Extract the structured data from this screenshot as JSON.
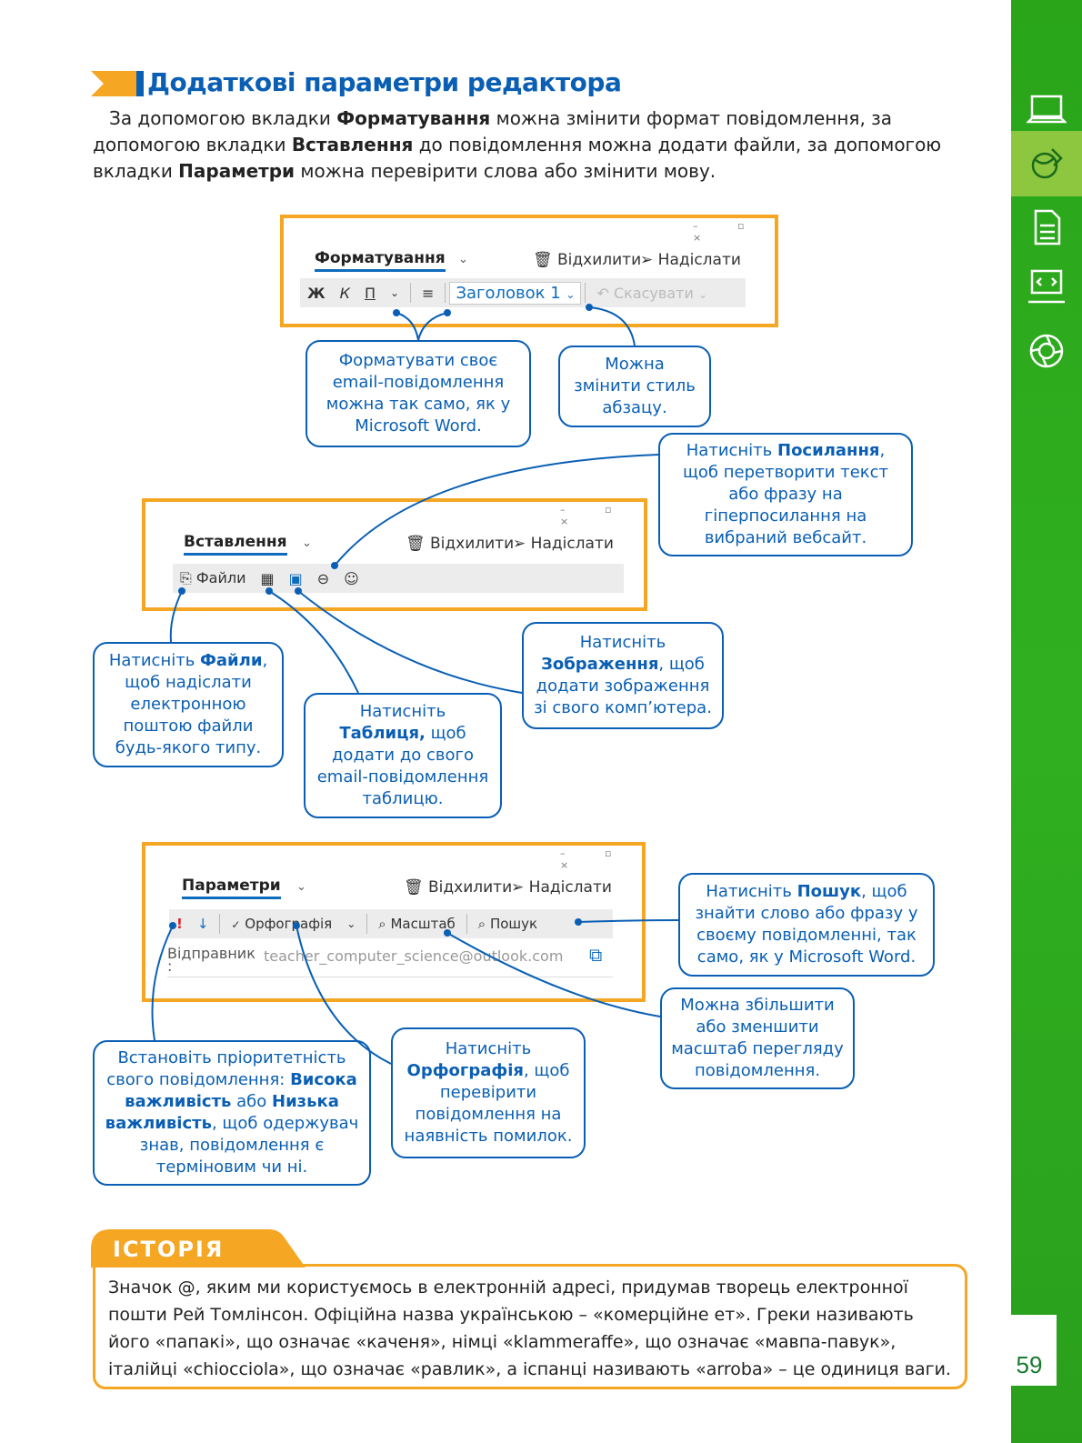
{
  "heading": "Додаткові параметри редактора",
  "intro": {
    "p1": "За допомогою вкладки ",
    "b1": "Форматування",
    "p2": " можна змінити формат повідомлення, за допомогою вкладки ",
    "b2": "Вставлення",
    "p3": " до повідомлення можна додати файли, за допомогою вкладки ",
    "b3": "Параметри",
    "p4": " можна перевірити слова або змінити мову."
  },
  "common": {
    "discard": "Відхилити",
    "send": "Надіслати",
    "window_controls": "– ▫ ×"
  },
  "frame1": {
    "tab": "Форматування",
    "bold": "Ж",
    "italic": "К",
    "underline": "П",
    "style_value": "Заголовок 1",
    "undo": "Скасувати"
  },
  "frame2": {
    "tab": "Вставлення",
    "files": "Файли"
  },
  "frame3": {
    "tab": "Параметри",
    "spelling": "Орфографія",
    "zoom": "Масштаб",
    "search": "Пошук",
    "sender_label": "Відправник",
    "sender_colon": ":",
    "sender_value": "teacher_computer_science@outlook.com"
  },
  "callouts": {
    "format_word": "Форматувати своє email-повідомлення можна так само, як у Microsoft Word.",
    "style": "Можна змінити стиль абзацу.",
    "link_1": "Натисніть ",
    "link_b": "Посилання",
    "link_2": ", щоб перетворити текст або фразу на гіперпосилання на вибраний вебсайт.",
    "files_1": "Натисніть ",
    "files_b": "Файли",
    "files_2": ", щоб надіслати електронною поштою файли будь-якого типу.",
    "image_1": "Натисніть ",
    "image_b": "Зображення",
    "image_2": ", щоб додати зображення зі свого комп’ютера.",
    "table_1": "Натисніть ",
    "table_b": "Таблиця,",
    "table_2": " щоб додати до свого email-повідомлення таблицю.",
    "search_1": "Натисніть ",
    "search_b": "Пошук",
    "search_2": ", щоб знайти слово або фразу у своєму повідомленні, так само, як у Microsoft Word.",
    "zoom": "Можна збільшити або зменшити масштаб перегляду повідомлення.",
    "priority_1": "Встановіть пріоритетність свого повідомлення: ",
    "priority_b1": "Висока важливість",
    "priority_2": " або ",
    "priority_b2": "Низька важливість",
    "priority_3": ", щоб одержувач знав, повідомлення є терміновим чи ні.",
    "spell_1": "Натисніть ",
    "spell_b": "Орфографія",
    "spell_2": ", щоб перевірити повідомлення на наявність помилок."
  },
  "history": {
    "title": "ІСТОРІЯ",
    "text": "Значок @, яким ми користуємось в електронній адресі, придумав творець електронної пошти Рей Томлінсон. Офіційна назва українською – «комерційне ет». Греки називають його «папакі», що означає «каченя», німці «klammeraffe», що означає «мавпа-павук», італійці «chiocciola», що означає «равлик», а іспанці називають «arroba» – це одиниця ваги."
  },
  "page_number": "59",
  "colors": {
    "accent_blue": "#0a5fb4",
    "frame_orange": "#f5a623",
    "sidebar_green": "#2aa51a",
    "sidebar_active": "#8dc63f"
  },
  "sidebar_icons": [
    "laptop-icon",
    "globe-pen-icon",
    "document-icon",
    "code-monitor-icon",
    "aperture-icon"
  ]
}
